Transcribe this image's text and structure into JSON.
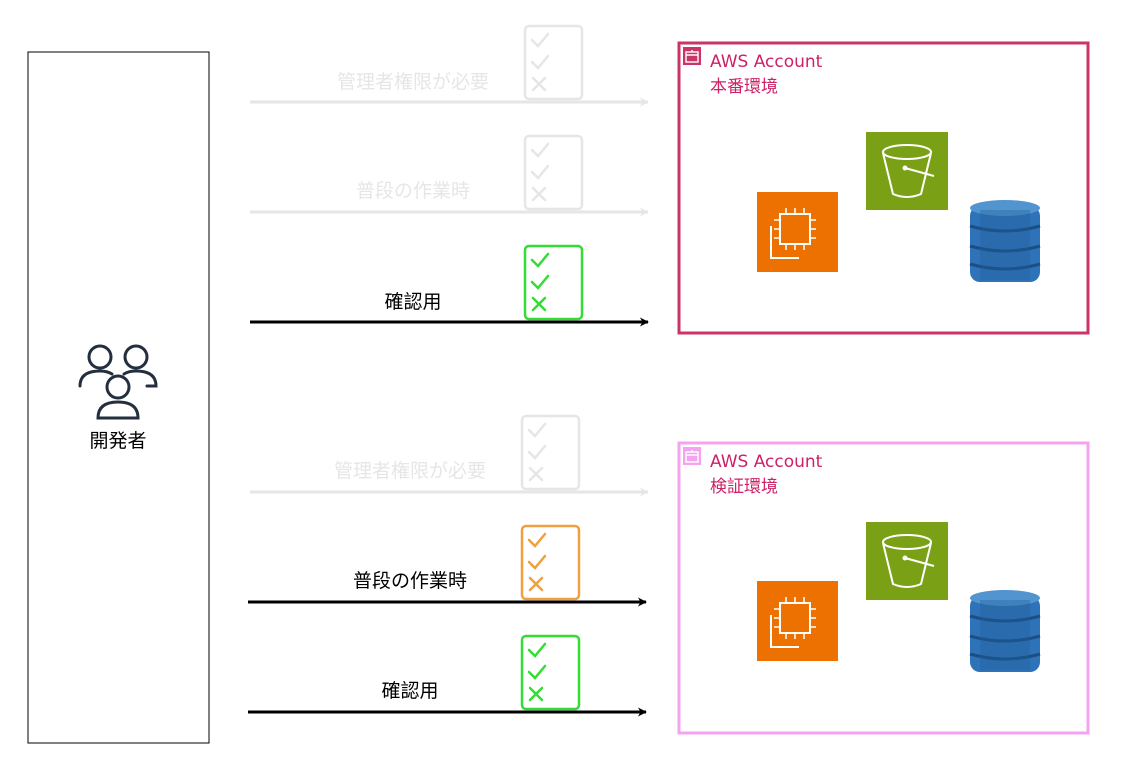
{
  "actor": {
    "label": "開発者",
    "icon": "users-icon"
  },
  "colors": {
    "faded": "#e6e6e6",
    "active": "#000000",
    "check_green": "#33dd33",
    "check_orange": "#f0a040",
    "prod_border": "#cc3366",
    "staging_border": "#f5a3f0",
    "account_text": "#cc2266",
    "ec2_orange": "#ed7100",
    "s3_green": "#7aa116",
    "dynamo_blue": "#2e73b8"
  },
  "arrows": [
    {
      "id": "prod-admin",
      "label": "管理者権限が必要",
      "state": "faded",
      "checklist": "faded"
    },
    {
      "id": "prod-normal",
      "label": "普段の作業時",
      "state": "faded",
      "checklist": "faded"
    },
    {
      "id": "prod-readonly",
      "label": "確認用",
      "state": "active",
      "checklist": "green"
    },
    {
      "id": "stg-admin",
      "label": "管理者権限が必要",
      "state": "faded",
      "checklist": "faded"
    },
    {
      "id": "stg-normal",
      "label": "普段の作業時",
      "state": "active",
      "checklist": "orange"
    },
    {
      "id": "stg-readonly",
      "label": "確認用",
      "state": "active",
      "checklist": "green"
    }
  ],
  "accounts": [
    {
      "id": "prod",
      "title": "AWS Account",
      "env": "本番環境",
      "icon": "account-icon"
    },
    {
      "id": "staging",
      "title": "AWS Account",
      "env": "検証環境",
      "icon": "account-icon"
    }
  ],
  "services": [
    "ec2-icon",
    "s3-bucket-icon",
    "dynamodb-icon"
  ]
}
